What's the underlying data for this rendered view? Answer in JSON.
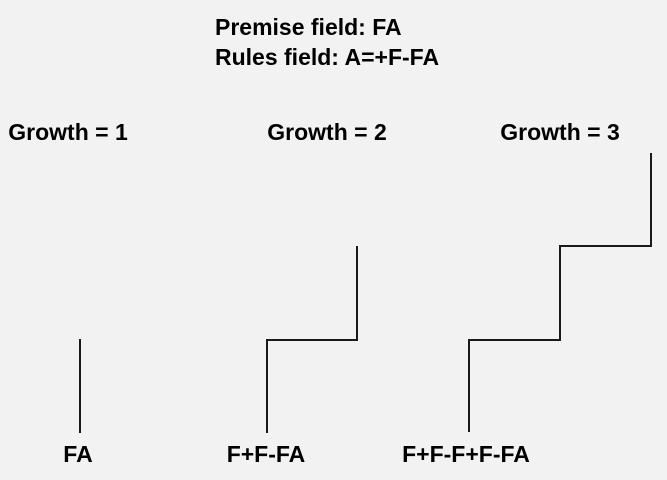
{
  "colors": {
    "background": "#f2f2f2",
    "text": "#000000",
    "line": "#1a1a1a"
  },
  "header": {
    "premise_line": "Premise field: FA",
    "rules_line": "Rules field: A=+F-FA"
  },
  "panels": [
    {
      "growth": 1,
      "growth_label": "Growth = 1",
      "result_string": "FA",
      "path_points": "80,433 80,339"
    },
    {
      "growth": 2,
      "growth_label": "Growth = 2",
      "result_string": "F+F-FA",
      "path_points": "267,433 267,340 357,340 357,246"
    },
    {
      "growth": 3,
      "growth_label": "Growth = 3",
      "result_string": "F+F-F+F-FA",
      "path_points": "469,432 469,340 560,340 560,246 651,246 651,153"
    }
  ]
}
